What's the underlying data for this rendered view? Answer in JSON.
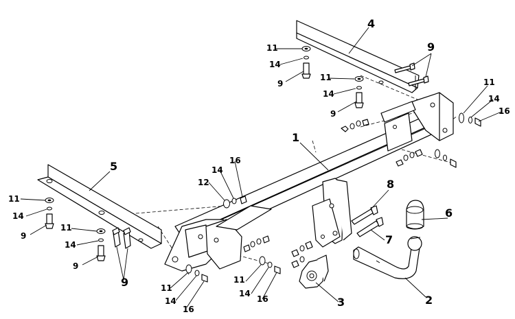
{
  "callouts": {
    "c1": "1",
    "c2": "2",
    "c3": "3",
    "c4": "4",
    "c5": "5",
    "c6": "6",
    "c7": "7",
    "c8": "8",
    "c9": "9",
    "c11": "11",
    "c12": "12",
    "c14": "14",
    "c16": "16"
  },
  "colors": {
    "line": "#000000",
    "background": "#ffffff"
  }
}
